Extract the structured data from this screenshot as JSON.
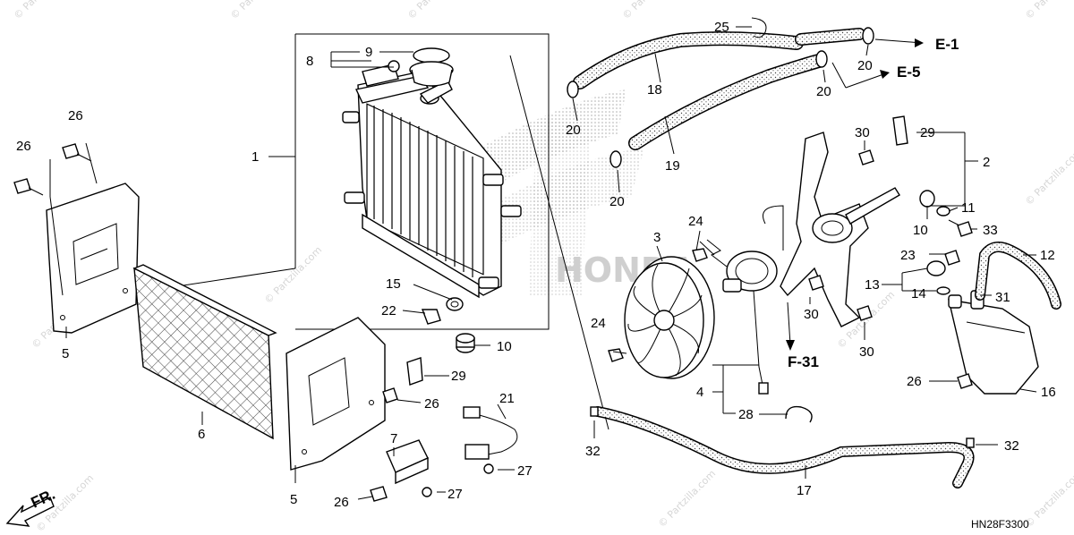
{
  "diagram_code": "HN28F3300",
  "front_marker": "FR.",
  "watermark": "© Partzilla.com",
  "references": {
    "e1": "E-1",
    "e5": "E-5",
    "f31": "F-31"
  },
  "labels": {
    "l1": "1",
    "l2": "2",
    "l3": "3",
    "l4": "4",
    "l5a": "5",
    "l5b": "5",
    "l6": "6",
    "l7": "7",
    "l8": "8",
    "l9": "9",
    "l10a": "10",
    "l10b": "10",
    "l11": "11",
    "l12": "12",
    "l13": "13",
    "l14": "14",
    "l15": "15",
    "l16": "16",
    "l17": "17",
    "l18": "18",
    "l19": "19",
    "l20a": "20",
    "l20b": "20",
    "l20c": "20",
    "l20d": "20",
    "l21": "21",
    "l22": "22",
    "l23": "23",
    "l24a": "24",
    "l24b": "24",
    "l25": "25",
    "l26a": "26",
    "l26b": "26",
    "l26c": "26",
    "l26d": "26",
    "l26e": "26",
    "l27a": "27",
    "l27b": "27",
    "l28": "28",
    "l29a": "29",
    "l29b": "29",
    "l30a": "30",
    "l30b": "30",
    "l30c": "30",
    "l31": "31",
    "l32a": "32",
    "l32b": "32",
    "l33": "33"
  }
}
